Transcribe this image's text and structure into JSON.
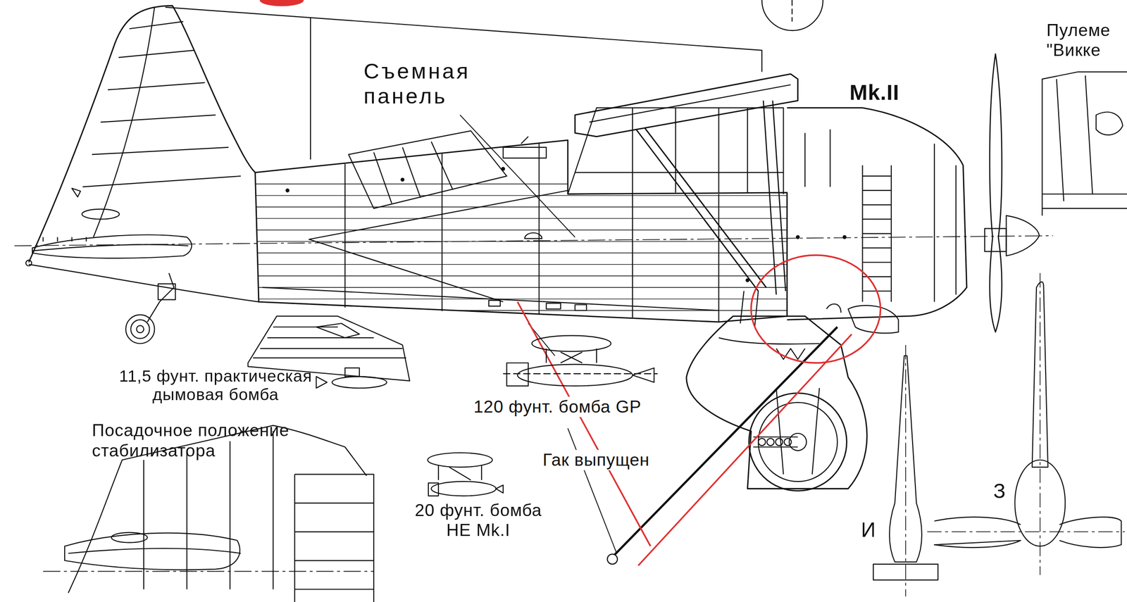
{
  "diagram": {
    "labels": [
      "Съемная панель",
      "Mk.II",
      "Пулеме \"Викке",
      "11,5 фунт. практическая дымовая бомба",
      "120 фунт. бомба GP",
      "Посадочное положение стабилизатора",
      "Гак выпущен",
      "20 фунт. бомба НЕ Mk.I",
      "И",
      "З"
    ]
  }
}
